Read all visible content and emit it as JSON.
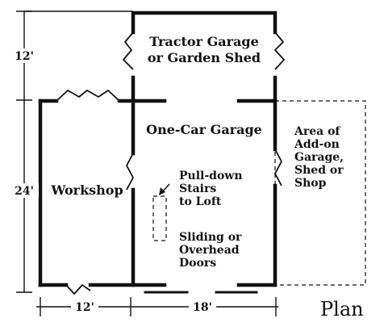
{
  "labels": {
    "tractor_garage_1": "Tractor Garage",
    "tractor_garage_2": "or Garden Shed",
    "one_car_garage": "One-Car Garage",
    "workshop": "Workshop",
    "stairs_1": "Pull-down",
    "stairs_2": "Stairs",
    "stairs_3": "to Loft",
    "doors_1": "Sliding or",
    "doors_2": "Overhead",
    "doors_3": "Doors",
    "addon_1": "Area of",
    "addon_2": "Add-on",
    "addon_3": "Garage,",
    "addon_4": "Shed or",
    "addon_5": "Shop"
  },
  "dimensions": {
    "top_height": "12'",
    "main_height": "24'",
    "workshop_width": "12'",
    "garage_width": "18'"
  },
  "caption": "Plan"
}
